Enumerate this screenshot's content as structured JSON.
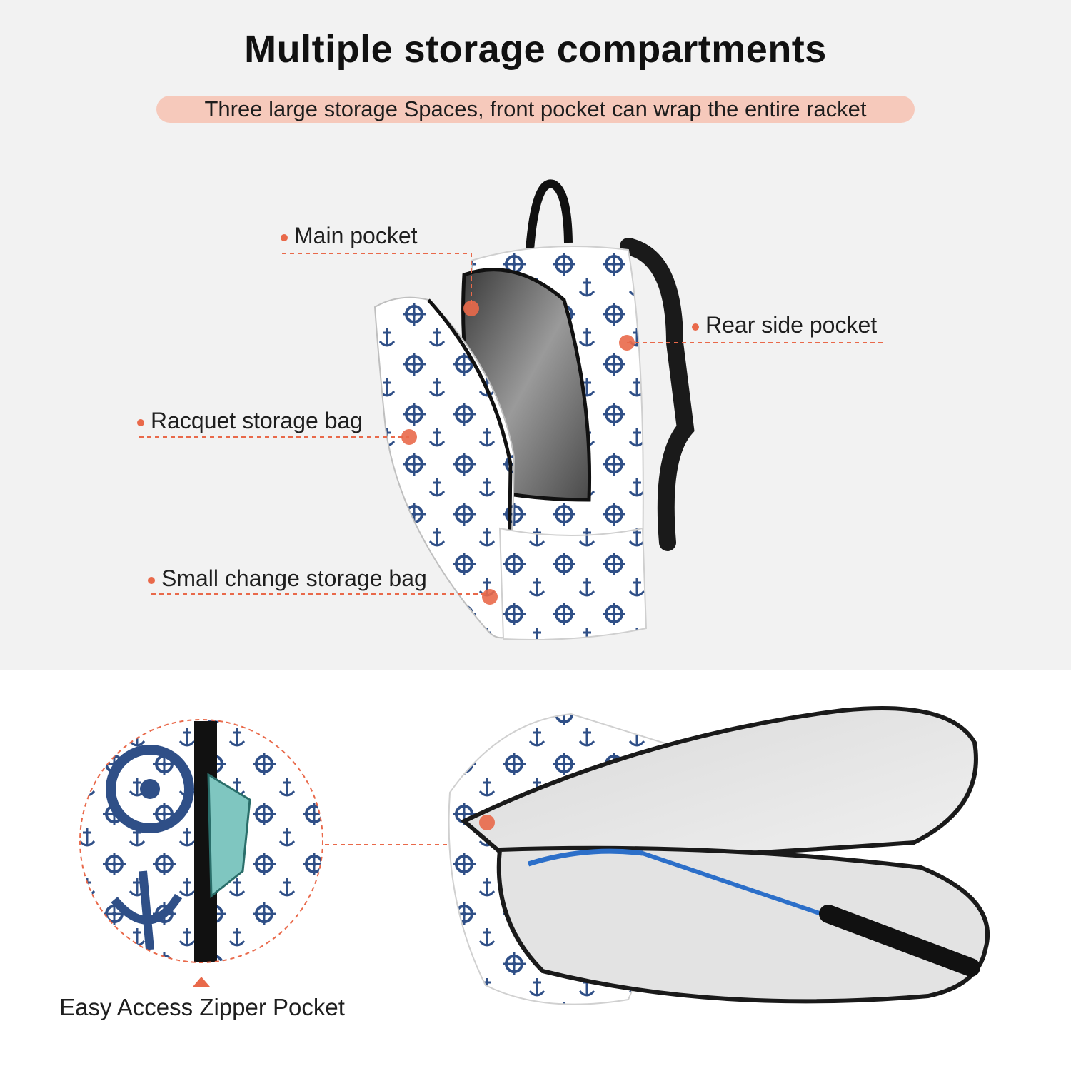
{
  "header": {
    "title": "Multiple storage compartments",
    "subtitle": "Three large storage Spaces, front pocket can wrap the entire racket"
  },
  "callouts": {
    "main_pocket": "Main pocket",
    "rear_side_pocket": "Rear side pocket",
    "racquet_storage_bag": "Racquet storage bag",
    "small_change_storage_bag": "Small change storage bag"
  },
  "detail": {
    "zipper_pocket_label": "Easy Access Zipper Pocket"
  },
  "colors": {
    "accent": "#e9694a",
    "pill": "#f6c9bb",
    "navy": "#2f4f87",
    "top_bg": "#f2f2f2"
  }
}
